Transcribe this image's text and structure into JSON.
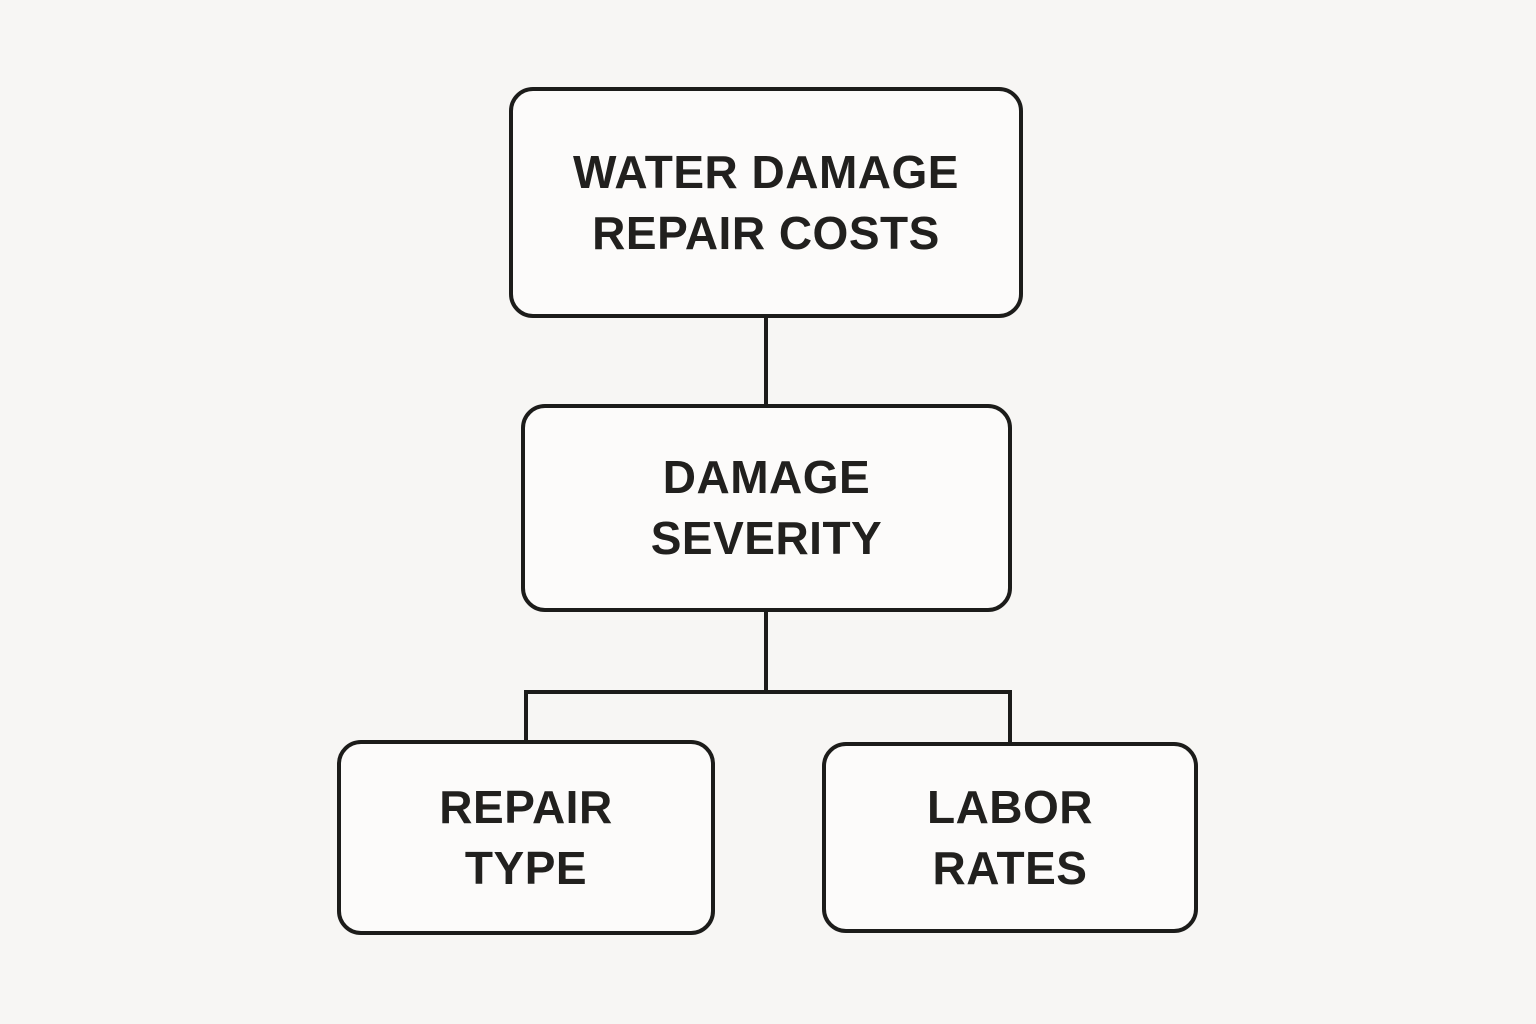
{
  "diagram": {
    "type": "flowchart",
    "colors": {
      "background": "#f7f6f4",
      "node_fill": "#fcfbfa",
      "node_border": "#1c1c1a",
      "connector": "#1c1c1a",
      "text": "#21201e"
    },
    "nodes": [
      {
        "id": "water-damage-repair-costs",
        "lines": [
          "WATER DAMAGE",
          "REPAIR COSTS"
        ]
      },
      {
        "id": "damage-severity",
        "lines": [
          "DAMAGE",
          "SEVERITY"
        ]
      },
      {
        "id": "repair-type",
        "lines": [
          "REPAIR",
          "TYPE"
        ]
      },
      {
        "id": "labor-rates",
        "lines": [
          "LABOR",
          "RATES"
        ]
      }
    ],
    "edges": [
      {
        "from": "water-damage-repair-costs",
        "to": "damage-severity"
      },
      {
        "from": "damage-severity",
        "to": "repair-type"
      },
      {
        "from": "damage-severity",
        "to": "labor-rates"
      }
    ]
  }
}
